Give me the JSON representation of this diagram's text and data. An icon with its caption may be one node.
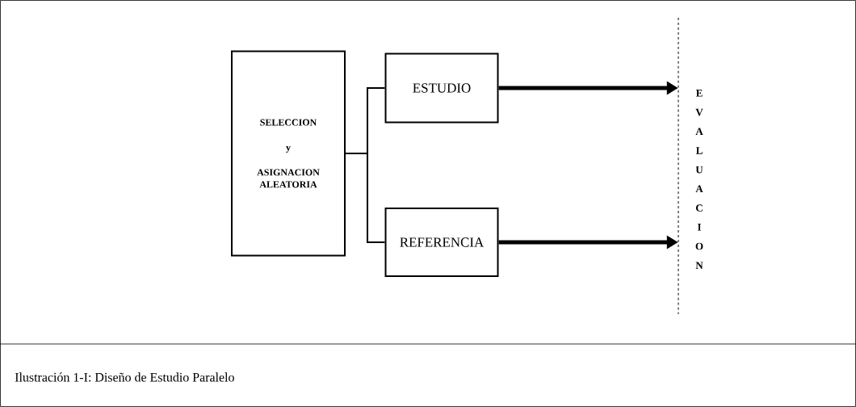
{
  "diagram": {
    "caption": "Ilustración 1-I: Diseño de Estudio Paralelo",
    "nodes": [
      {
        "text": [
          "SELECCION",
          "y",
          "ASIGNACION ALEATORIA"
        ]
      },
      {
        "text": [
          "ESTUDIO"
        ]
      },
      {
        "text": [
          "REFERENCIA"
        ]
      },
      {
        "text": [
          "EVALUACION"
        ]
      }
    ],
    "edges": [
      {
        "from": 0,
        "to": 1,
        "arrow": "none"
      },
      {
        "from": 0,
        "to": 2,
        "arrow": "none"
      },
      {
        "from": 1,
        "to": 3,
        "arrow": "to",
        "style": "thick"
      },
      {
        "from": 2,
        "to": 3,
        "arrow": "to",
        "style": "thick"
      }
    ]
  }
}
